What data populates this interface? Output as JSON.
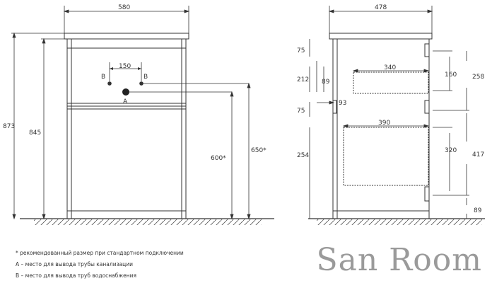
{
  "dimensions": {
    "front_width": "580",
    "side_depth": "478",
    "pipe_spacing": "150",
    "total_height": "873",
    "body_height": "845",
    "recommended_height": "600*",
    "standard_height": "650*",
    "top_panel": "75",
    "upper_drawer_zone": "212",
    "upper_drawer_gap": "89",
    "upper_drawer_width": "340",
    "upper_drawer_height": "160",
    "upper_section": "258",
    "handle_offset": "93",
    "mid_panel": "75",
    "lower_drawer_width": "390",
    "lower_drawer_zone": "254",
    "lower_drawer_height": "320",
    "lower_section": "417",
    "plinth": "89"
  },
  "labels": {
    "point_b_left": "B",
    "point_b_right": "B",
    "point_a": "A"
  },
  "notes": [
    "* рекомендованный размер при стандартном подключении",
    "А – место для вывода трубы канализации",
    "В – место для вывода труб водоснабжения"
  ],
  "brand": "San Room"
}
